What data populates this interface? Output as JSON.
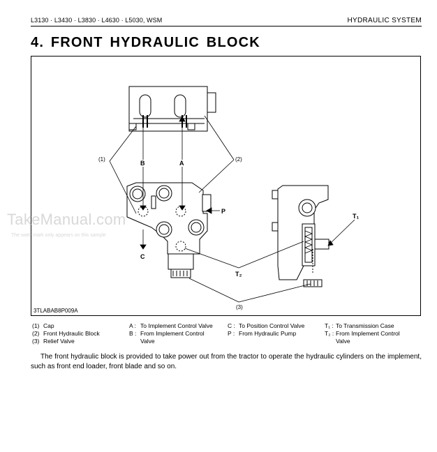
{
  "header": {
    "models": "L3130 · L3430 · L3830 · L4630 · L5030, WSM",
    "section": "HYDRAULIC SYSTEM"
  },
  "title": "4.  FRONT HYDRAULIC BLOCK",
  "figure": {
    "code": "3TLABAB8P009A",
    "callouts": {
      "c1": "(1)",
      "c2": "(2)",
      "c3": "(3)",
      "A": "A",
      "B": "B",
      "C": "C",
      "P": "P",
      "T1": "T₁",
      "T2": "T₂"
    }
  },
  "watermark": {
    "text": "TakeManual.com",
    "subtext": "The watermark only appears on this sample"
  },
  "legend": {
    "col1": [
      {
        "key": "(1)",
        "value": "Cap"
      },
      {
        "key": "(2)",
        "value": "Front Hydraulic Block"
      },
      {
        "key": "(3)",
        "value": "Relief Valve"
      }
    ],
    "col2": [
      {
        "key": "A :",
        "value": "To Implement Control Valve"
      },
      {
        "key": "B :",
        "value": "From Implement Control",
        "value2": "Valve"
      }
    ],
    "col3": [
      {
        "key": "C :",
        "value": "To Position Control Valve"
      },
      {
        "key": "P :",
        "value": "From Hydraulic Pump"
      }
    ],
    "col4": [
      {
        "key": "T₁ :",
        "value": "To Transmission Case"
      },
      {
        "key": "T₂ :",
        "value": "From Implement Control",
        "value2": "Valve"
      }
    ]
  },
  "body": "The front hydraulic block is provided to take power out from the tractor to operate the hydraulic cylinders on the implement, such as front end loader, front blade and so on."
}
